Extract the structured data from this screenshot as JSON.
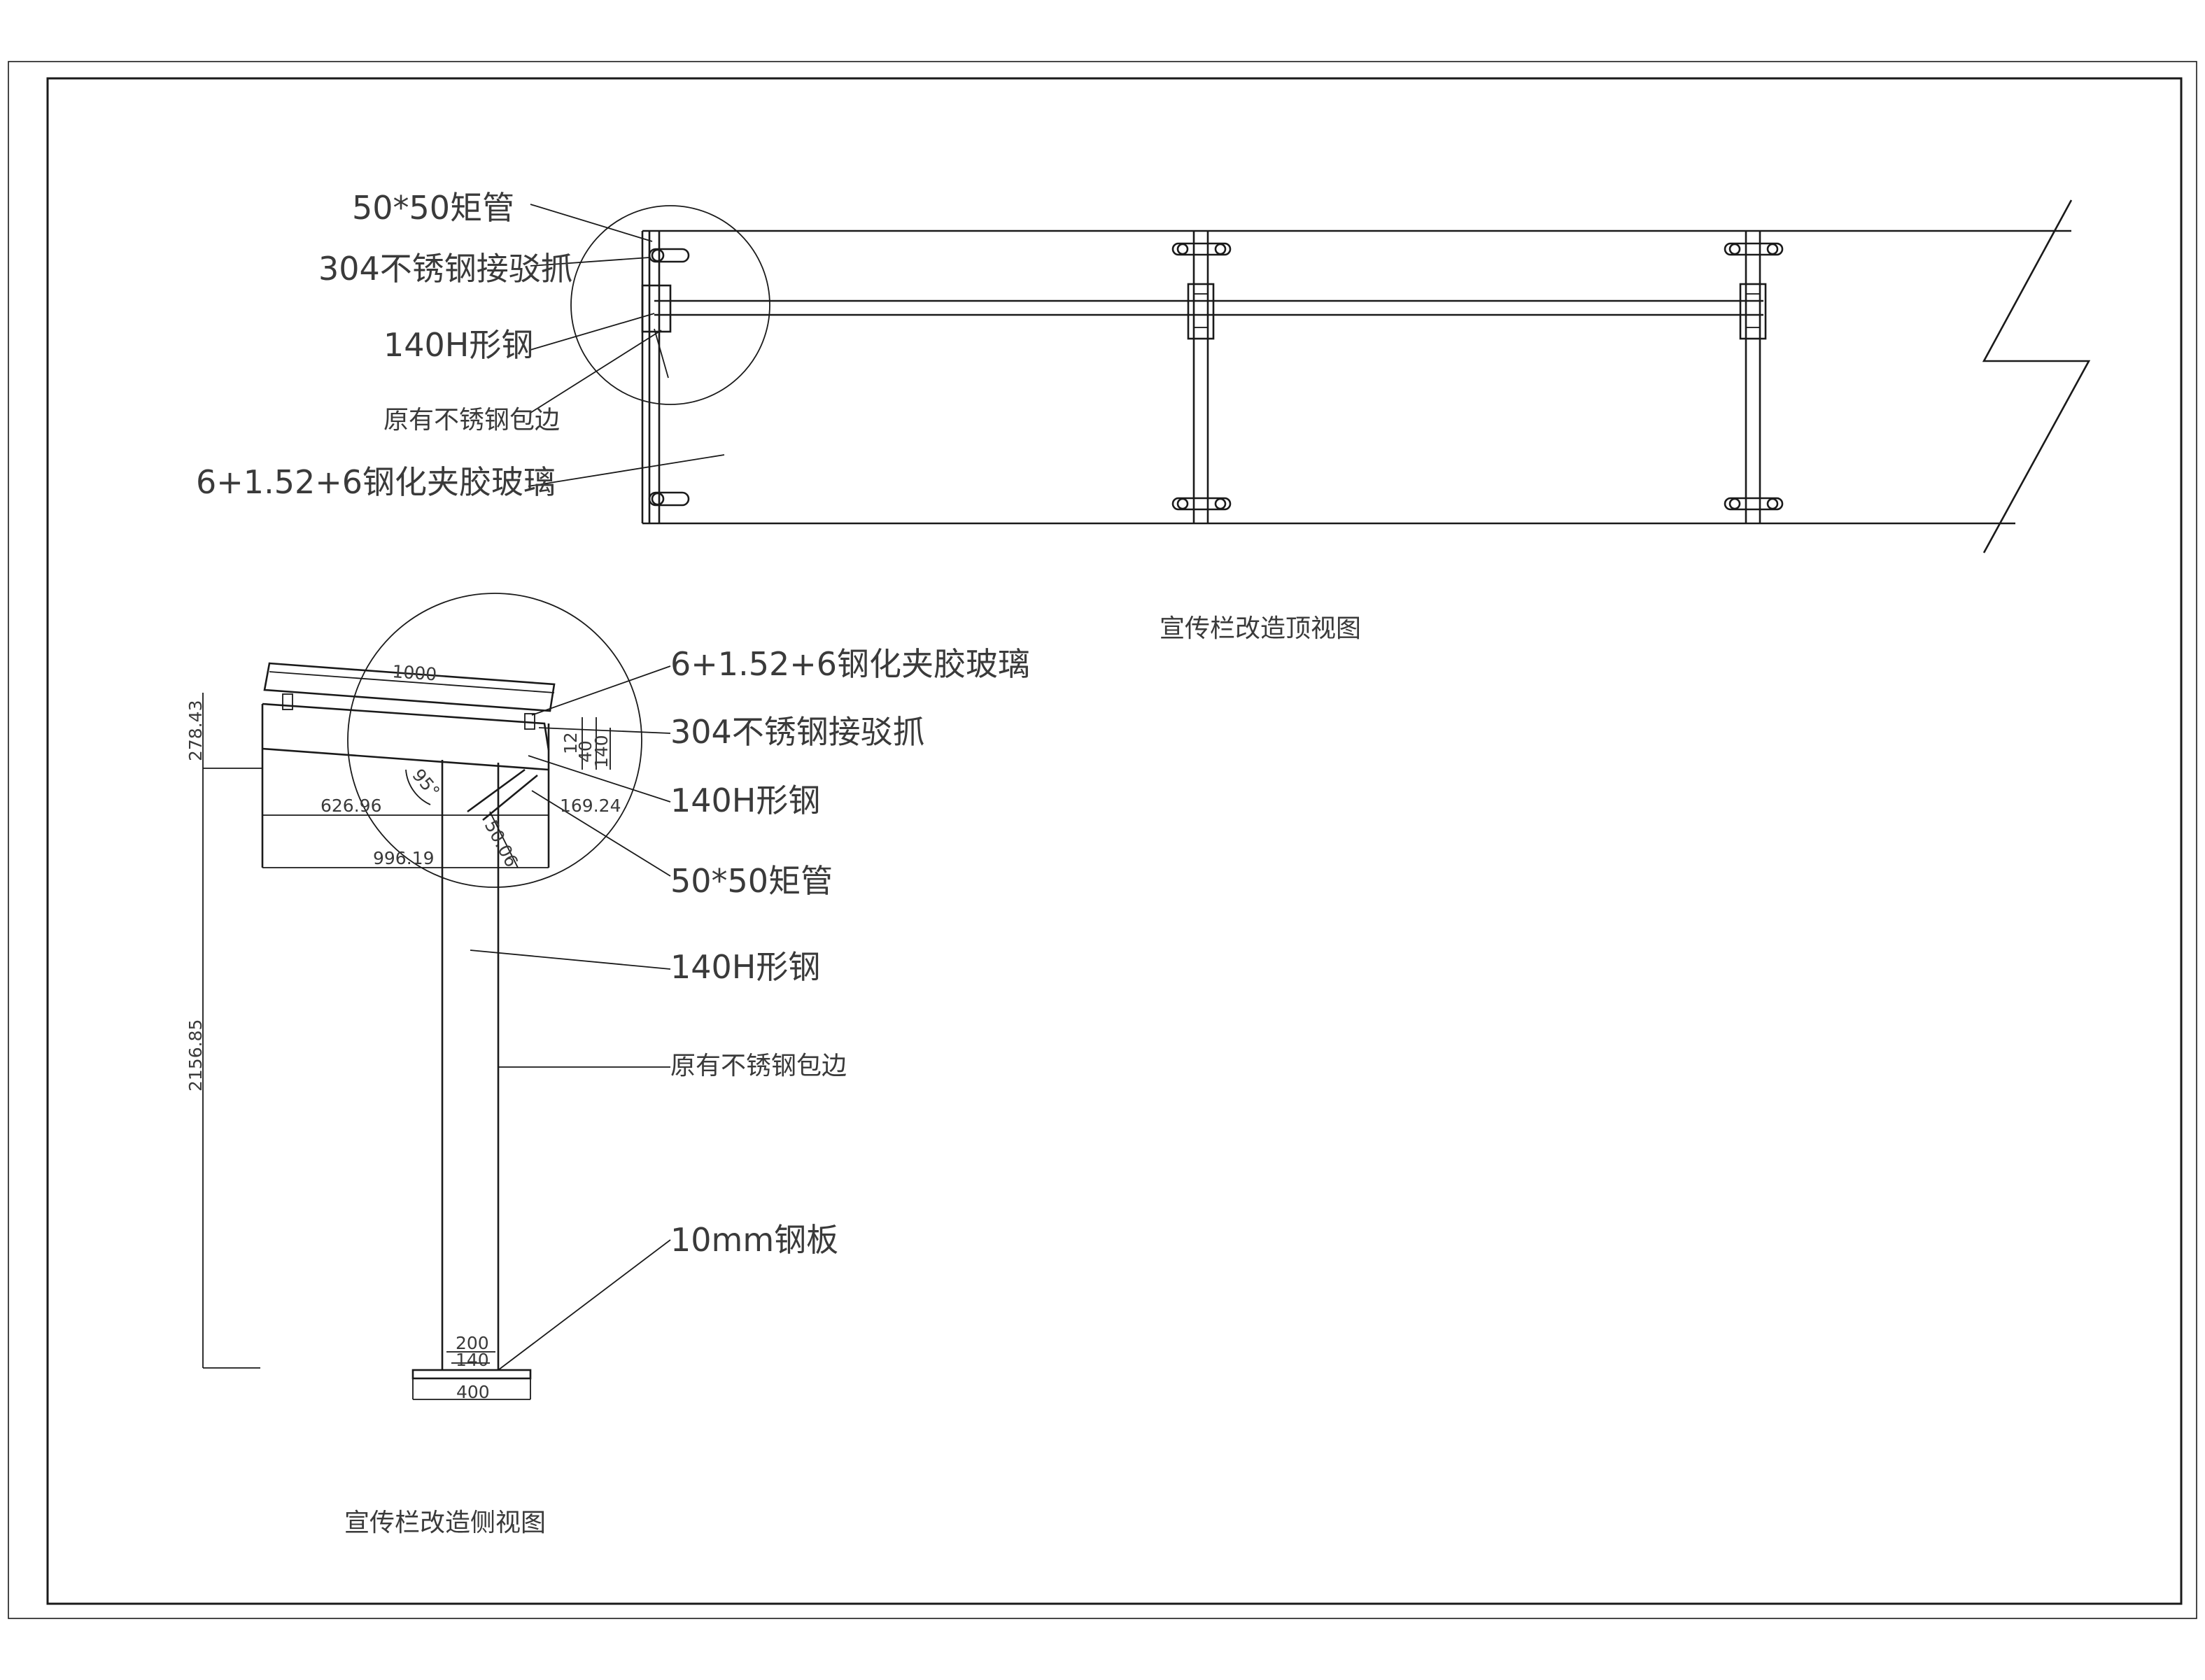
{
  "top_view": {
    "title": "宣传栏改造顶视图",
    "labels": {
      "tube": "50*50矩管",
      "clamp": "304不锈钢接驳抓",
      "hbeam": "140H形钢",
      "edge": "原有不锈钢包边",
      "glass": "6+1.52+6钢化夹胶玻璃"
    }
  },
  "side_view": {
    "title": "宣传栏改造侧视图",
    "labels": {
      "glass": "6+1.52+6钢化夹胶玻璃",
      "clamp": "304不锈钢接驳抓",
      "hbeam": "140H形钢",
      "tube": "50*50矩管",
      "hbeam2": "140H形钢",
      "edge": "原有不锈钢包边",
      "plate": "10mm钢板"
    },
    "dimensions": {
      "d1000": "1000",
      "d278": "278.43",
      "d626": "626.96",
      "d169": "169.24",
      "d996": "996.19",
      "d5006": "50.06",
      "angle": "95°",
      "d12": "12",
      "d40": "40",
      "d140a": "140",
      "d2156": "2156.85",
      "d200": "200",
      "d140b": "140",
      "d400": "400"
    }
  }
}
